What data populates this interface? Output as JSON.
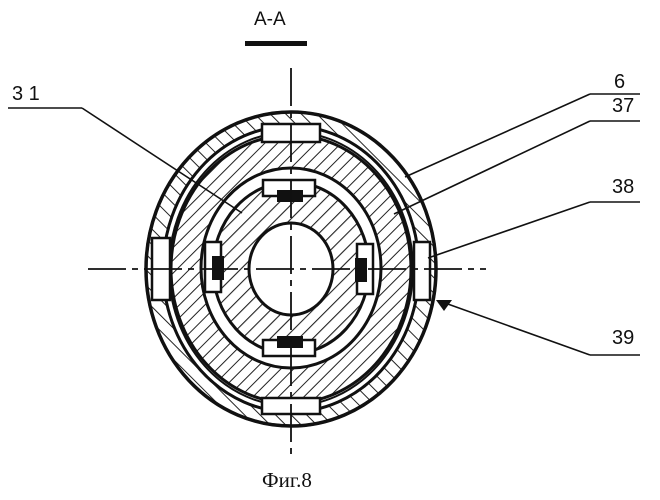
{
  "section_label": "А-А",
  "figure_caption": "Фиг.8",
  "callouts": {
    "c31": "3 1",
    "c6": "6",
    "c37": "37",
    "c38": "38",
    "c39": "39"
  }
}
